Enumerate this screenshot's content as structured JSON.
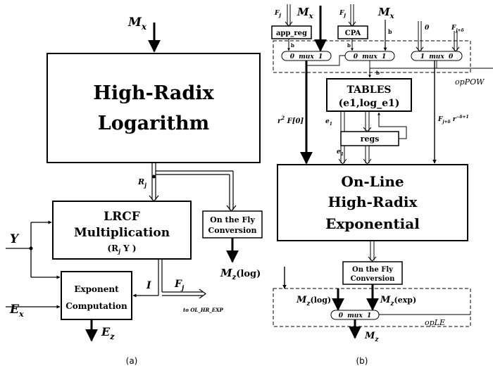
{
  "panel_a": {
    "caption": "(a)",
    "input_mx": {
      "base": "M",
      "sub": "x"
    },
    "log_block": {
      "line1": "High-Radix",
      "line2": "Logarithm"
    },
    "rj_label": {
      "base": "R",
      "sub": "j"
    },
    "lrcf_block": {
      "line1": "LRCF",
      "line2": "Multiplication",
      "line3_pre": "(R",
      "line3_sub": "j",
      "line3_post": " Y )"
    },
    "otf_block": {
      "line1": "On the Fly",
      "line2": "Conversion"
    },
    "out_mz_log": {
      "base": "M",
      "sub": "z",
      "suffix": "(log)"
    },
    "input_y": "Y",
    "exp_block": {
      "line1": "Exponent",
      "line2": "Computation"
    },
    "label_i": "I",
    "label_fj": {
      "base": "F",
      "sub": "j"
    },
    "to_label": "to  OL_HR_EXP",
    "input_ex": {
      "base": "E",
      "sub": "x"
    },
    "out_ez": {
      "base": "E",
      "sub": "z"
    }
  },
  "panel_b": {
    "caption": "(b)",
    "in_fj": {
      "base": "F",
      "sub": "j"
    },
    "in_mx1": {
      "base": "M",
      "sub": "x"
    },
    "in_fj2": {
      "base": "F",
      "sub": "j"
    },
    "in_mx2": {
      "base": "M",
      "sub": "x"
    },
    "in_zero": "0",
    "in_fjd": {
      "base": "F",
      "sub": "j+δ"
    },
    "app_reg": "app_reg",
    "cpa": "CPA",
    "label_b1": "b",
    "label_b2": "b",
    "label_b3": "b",
    "label_b4": "b",
    "mux1": "0  mux  1",
    "mux2": "0  mux  1",
    "mux3": "1  mux  0",
    "op_pow": "opPOW",
    "tables": {
      "line1": "TABLES",
      "line2": "(e1,log_e1)"
    },
    "r2f0": {
      "pre": "r",
      "sup": "2",
      "post": " F[0]"
    },
    "e1_a": {
      "base": "e",
      "sub": "1"
    },
    "e1_b": {
      "base": "e",
      "sub": "1"
    },
    "regs": "regs",
    "fjd_r": {
      "base": "F",
      "sub": "j+δ",
      "mid": " r",
      "sup": "−δ+1"
    },
    "exp_block": {
      "line1": "On-Line",
      "line2": "High-Radix",
      "line3": "Exponential"
    },
    "otf_block": {
      "line1": "On the Fly",
      "line2": "Conversion"
    },
    "mz_log": {
      "base": "M",
      "sub": "z",
      "suffix": "(log)"
    },
    "mz_exp": {
      "base": "M",
      "sub": "z",
      "suffix": "(exp)"
    },
    "mux4": "0  mux  1",
    "op_le": "opLE",
    "out_mz": {
      "base": "M",
      "sub": "z"
    }
  }
}
